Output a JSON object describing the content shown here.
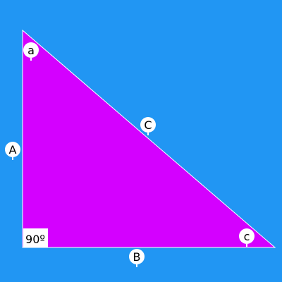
{
  "colors": {
    "background": "#2196f3",
    "triangle_fill": "#d400ff",
    "triangle_stroke": "#ffffff",
    "label_bg": "#ffffff",
    "text": "#000000"
  },
  "diagram": {
    "vertex_labels": {
      "top": "a",
      "bottom_right": "c"
    },
    "side_labels": {
      "vertical": "A",
      "horizontal": "B",
      "hypotenuse": "C"
    },
    "right_angle_label": "90º"
  }
}
